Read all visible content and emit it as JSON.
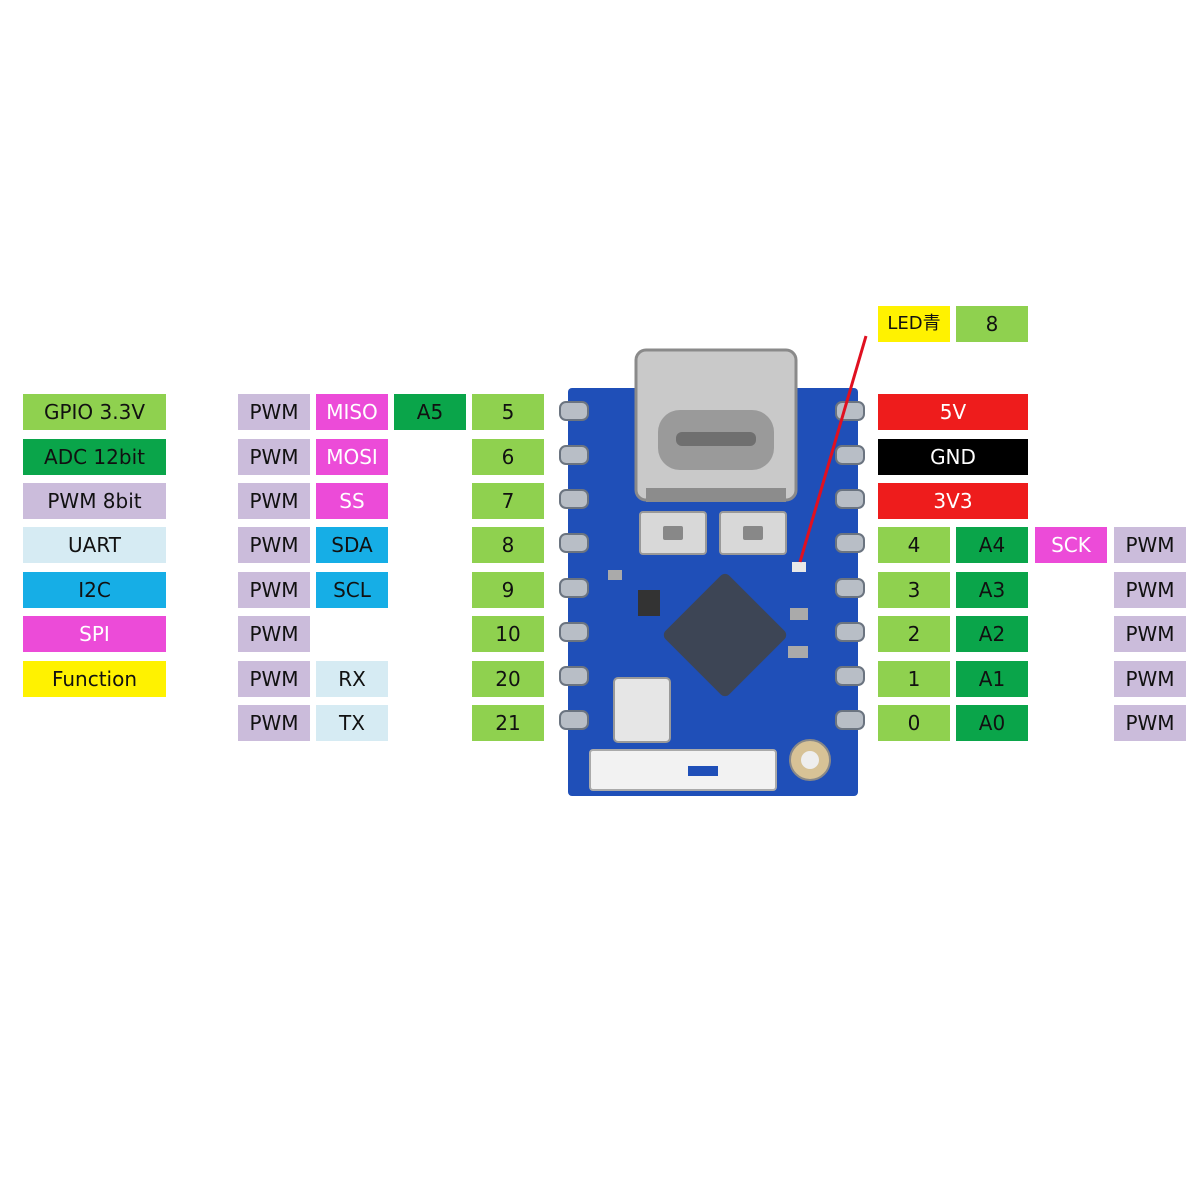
{
  "legend": {
    "gpio": "GPIO 3.3V",
    "adc": "ADC 12bit",
    "pwm": "PWM 8bit",
    "uart": "UART",
    "i2c": "I2C",
    "spi": "SPI",
    "function": "Function"
  },
  "colors": {
    "gpio": "#8fd14f",
    "adc": "#0aa54a",
    "pwm": "#cbbcdb",
    "uart": "#d6ebf3",
    "i2c": "#16aee6",
    "spi": "#ec4bd8",
    "function": "#fff200",
    "power": "#ee1c1c",
    "ground": "#000000",
    "board": "#1f4fb8",
    "led_line": "#e01020"
  },
  "led": {
    "label": "LED青",
    "gpio": "8"
  },
  "left_pins": [
    {
      "pwm": "PWM",
      "func": "MISO",
      "func_type": "spi",
      "adc": "A5",
      "gpio": "5"
    },
    {
      "pwm": "PWM",
      "func": "MOSI",
      "func_type": "spi",
      "adc": "",
      "gpio": "6"
    },
    {
      "pwm": "PWM",
      "func": "SS",
      "func_type": "spi",
      "adc": "",
      "gpio": "7"
    },
    {
      "pwm": "PWM",
      "func": "SDA",
      "func_type": "i2c",
      "adc": "",
      "gpio": "8"
    },
    {
      "pwm": "PWM",
      "func": "SCL",
      "func_type": "i2c",
      "adc": "",
      "gpio": "9"
    },
    {
      "pwm": "PWM",
      "func": "",
      "func_type": "",
      "adc": "",
      "gpio": "10"
    },
    {
      "pwm": "PWM",
      "func": "RX",
      "func_type": "uart",
      "adc": "",
      "gpio": "20"
    },
    {
      "pwm": "PWM",
      "func": "TX",
      "func_type": "uart",
      "adc": "",
      "gpio": "21"
    }
  ],
  "right_pins": [
    {
      "type": "power",
      "label": "5V"
    },
    {
      "type": "ground",
      "label": "GND"
    },
    {
      "type": "power",
      "label": "3V3"
    },
    {
      "type": "gpio",
      "gpio": "4",
      "adc": "A4",
      "func": "SCK",
      "pwm": "PWM"
    },
    {
      "type": "gpio",
      "gpio": "3",
      "adc": "A3",
      "func": "",
      "pwm": "PWM"
    },
    {
      "type": "gpio",
      "gpio": "2",
      "adc": "A2",
      "func": "",
      "pwm": "PWM"
    },
    {
      "type": "gpio",
      "gpio": "1",
      "adc": "A1",
      "func": "",
      "pwm": "PWM"
    },
    {
      "type": "gpio",
      "gpio": "0",
      "adc": "A0",
      "func": "",
      "pwm": "PWM"
    }
  ]
}
